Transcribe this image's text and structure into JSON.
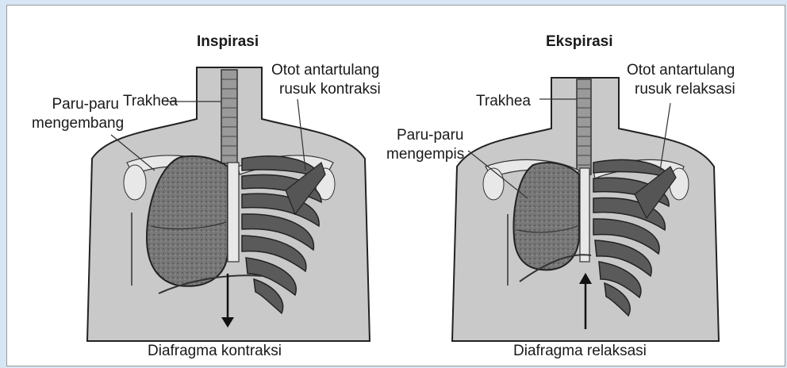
{
  "left": {
    "title": "Inspirasi",
    "trachea": "Trakhea",
    "lung_line1": "Paru-paru",
    "lung_line2": "mengembang",
    "muscle_line1": "Otot antartulang",
    "muscle_line2": "rusuk kontraksi",
    "diaphragm": "Diafragma kontraksi"
  },
  "right": {
    "title": "Ekspirasi",
    "trachea": "Trakhea",
    "lung_line1": "Paru-paru",
    "lung_line2": "mengempis",
    "muscle_line1": "Otot antartulang",
    "muscle_line2": "rusuk relaksasi",
    "diaphragm": "Diafragma relaksasi"
  },
  "colors": {
    "skin": "#c9c9c9",
    "outline": "#222222",
    "lung": "#707070",
    "rib": "#5a5a5a",
    "bone": "#e8e8e8"
  }
}
